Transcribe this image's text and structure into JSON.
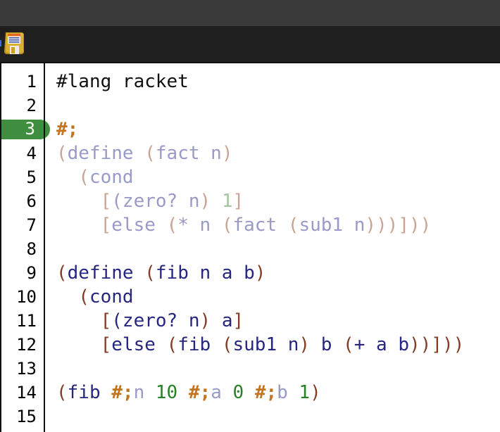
{
  "window": {
    "toolbar": {
      "save_button": "Save",
      "save_icon": "floppy-disk"
    }
  },
  "colors": {
    "titlebar_bg": "#3a3a3a",
    "toolbar_bg": "#1f1f1f",
    "editor_bg": "#ffffff",
    "editor_border": "#111111",
    "active_line_pill": "#3f8e3f",
    "active_line_number_text": "#ffffff",
    "line_number_text": "#000000",
    "token_plain": "#111111",
    "token_comment": "#c2741f",
    "token_paren": "#843c24",
    "token_identifier": "#262680",
    "token_constant": "#298026",
    "token_dim_identifier": "#9a9ac9",
    "token_dim_paren": "#c9a494",
    "token_dim_constant": "#a2c79f",
    "save_icon_body": "#d9b02f",
    "save_icon_stripe": "#e0662a",
    "save_icon_lines": "#3b4da0"
  },
  "editor": {
    "active_line": 3,
    "visible_line_count": 15,
    "lines": [
      {
        "num": 1,
        "segments": [
          [
            "t",
            "#lang racket"
          ]
        ]
      },
      {
        "num": 2,
        "segments": []
      },
      {
        "num": 3,
        "segments": [
          [
            "c",
            "#;"
          ]
        ]
      },
      {
        "num": 4,
        "segments": [
          [
            "dp",
            "("
          ],
          [
            "dk",
            "define "
          ],
          [
            "dp",
            "("
          ],
          [
            "dk",
            "fact n"
          ],
          [
            "dp",
            ")"
          ]
        ]
      },
      {
        "num": 5,
        "segments": [
          [
            "t",
            "  "
          ],
          [
            "dp",
            "("
          ],
          [
            "dk",
            "cond"
          ]
        ]
      },
      {
        "num": 6,
        "segments": [
          [
            "t",
            "    "
          ],
          [
            "dp",
            "["
          ],
          [
            "dk",
            "(zero? n"
          ],
          [
            "dp",
            ")"
          ],
          [
            "dg",
            " 1"
          ],
          [
            "dp",
            "]"
          ]
        ]
      },
      {
        "num": 7,
        "segments": [
          [
            "t",
            "    "
          ],
          [
            "dp",
            "["
          ],
          [
            "dk",
            "else "
          ],
          [
            "dp",
            "("
          ],
          [
            "dk",
            "* n "
          ],
          [
            "dp",
            "("
          ],
          [
            "dk",
            "fact "
          ],
          [
            "dp",
            "("
          ],
          [
            "dk",
            "sub1 n"
          ],
          [
            "dp",
            ")))]))"
          ]
        ]
      },
      {
        "num": 8,
        "segments": []
      },
      {
        "num": 9,
        "segments": [
          [
            "p",
            "("
          ],
          [
            "k",
            "define "
          ],
          [
            "p",
            "("
          ],
          [
            "k",
            "fib n a b"
          ],
          [
            "p",
            ")"
          ]
        ]
      },
      {
        "num": 10,
        "segments": [
          [
            "t",
            "  "
          ],
          [
            "p",
            "("
          ],
          [
            "k",
            "cond"
          ]
        ]
      },
      {
        "num": 11,
        "segments": [
          [
            "t",
            "    "
          ],
          [
            "p",
            "["
          ],
          [
            "k",
            "(zero? n"
          ],
          [
            "p",
            ")"
          ],
          [
            "k",
            " a"
          ],
          [
            "p",
            "]"
          ]
        ]
      },
      {
        "num": 12,
        "segments": [
          [
            "t",
            "    "
          ],
          [
            "p",
            "["
          ],
          [
            "k",
            "else "
          ],
          [
            "p",
            "("
          ],
          [
            "k",
            "fib "
          ],
          [
            "p",
            "("
          ],
          [
            "k",
            "sub1 n"
          ],
          [
            "p",
            ")"
          ],
          [
            "k",
            " b "
          ],
          [
            "p",
            "("
          ],
          [
            "k",
            "+ a b"
          ],
          [
            "p",
            "))]))"
          ]
        ]
      },
      {
        "num": 13,
        "segments": []
      },
      {
        "num": 14,
        "segments": [
          [
            "p",
            "("
          ],
          [
            "k",
            "fib "
          ],
          [
            "c",
            "#;"
          ],
          [
            "dk",
            "n"
          ],
          [
            "g",
            " 10 "
          ],
          [
            "c",
            "#;"
          ],
          [
            "dk",
            "a"
          ],
          [
            "g",
            " 0 "
          ],
          [
            "c",
            "#;"
          ],
          [
            "dk",
            "b"
          ],
          [
            "g",
            " 1"
          ],
          [
            "p",
            ")"
          ]
        ]
      },
      {
        "num": 15,
        "segments": []
      }
    ]
  }
}
